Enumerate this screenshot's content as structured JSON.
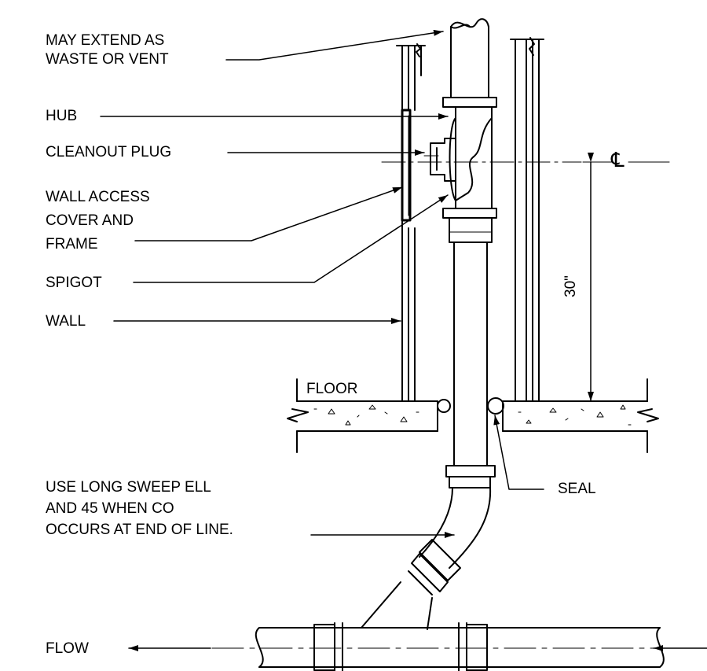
{
  "labels": {
    "extend": "MAY EXTEND AS\nWASTE OR VENT",
    "hub": "HUB",
    "cleanout_plug": "CLEANOUT PLUG",
    "access_cover": "WALL ACCESS\nCOVER AND\nFRAME",
    "spigot": "SPIGOT",
    "wall": "WALL",
    "floor": "FLOOR",
    "seal": "SEAL",
    "long_sweep": "USE LONG SWEEP ELL\nAND 45 WHEN CO\nOCCURS AT END OF LINE.",
    "flow": "FLOW"
  },
  "dimension": {
    "height": "30\""
  },
  "centerline_symbol": "℄"
}
